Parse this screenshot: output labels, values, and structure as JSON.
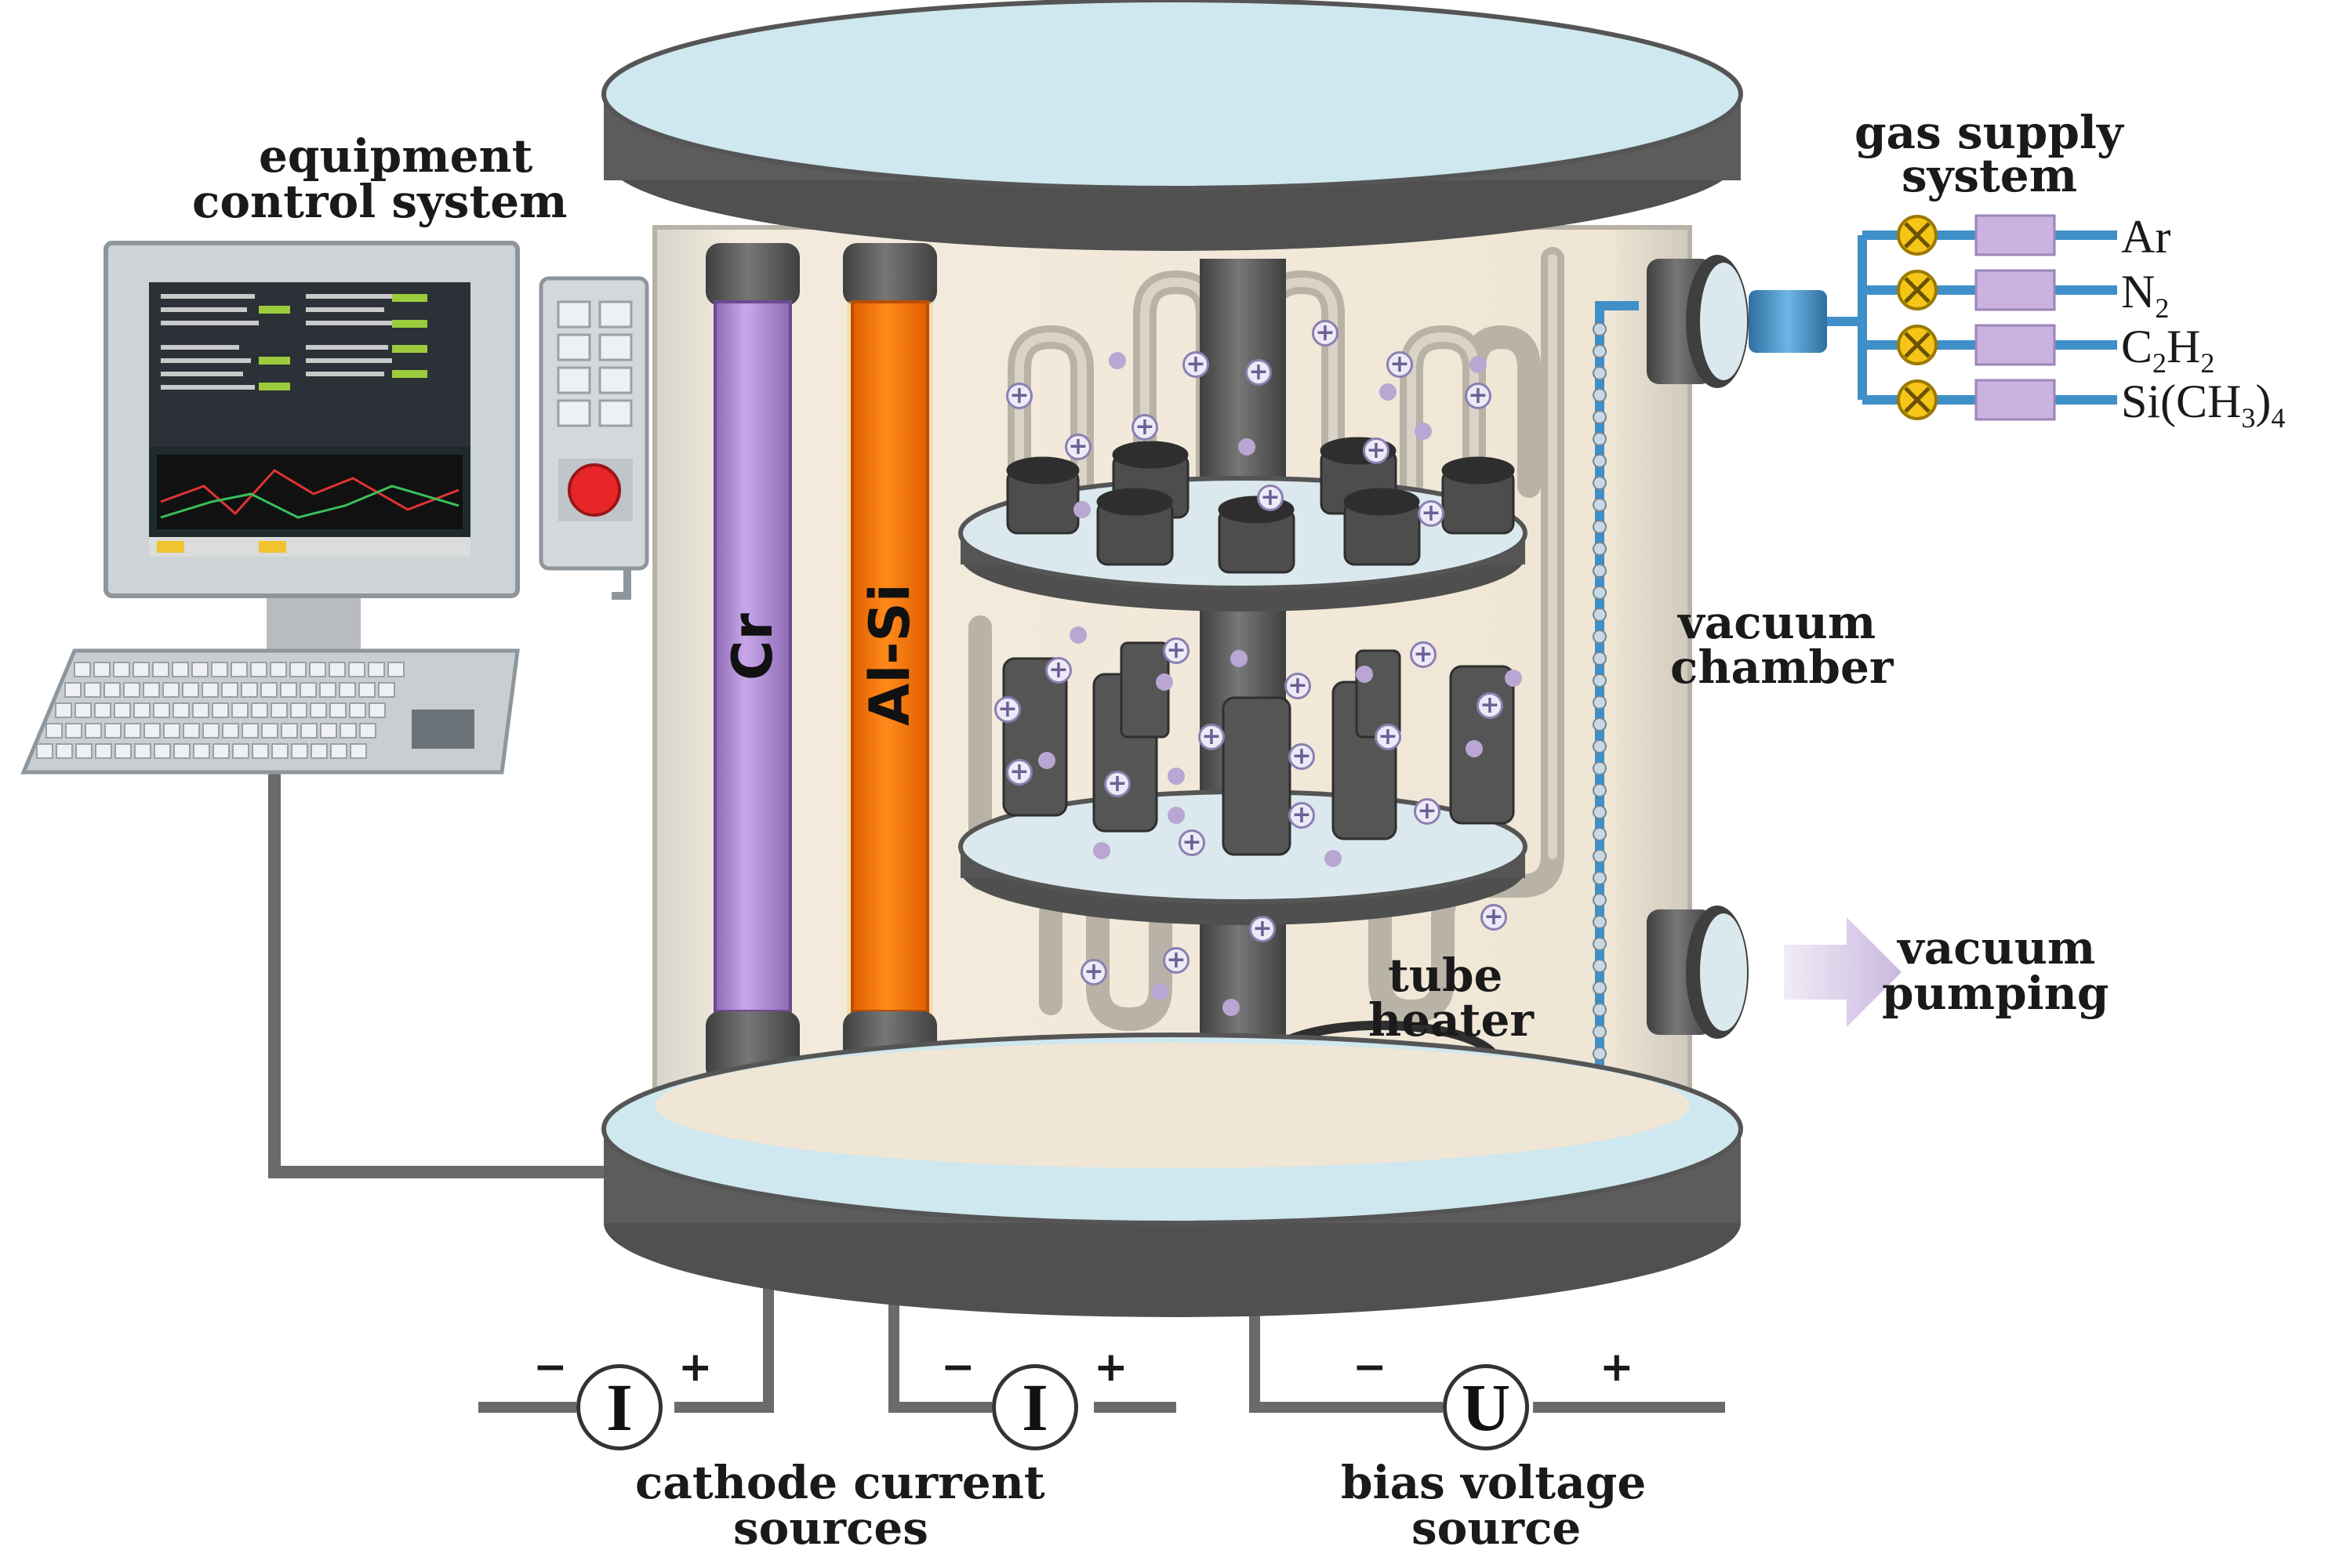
{
  "labels": {
    "control_line1": "equipment",
    "control_line2": "control system",
    "gas_line1": "gas supply",
    "gas_line2": "system",
    "vacuum_chamber_line1": "vacuum",
    "vacuum_chamber_line2": "chamber",
    "vacuum_pumping_line1": "vacuum",
    "vacuum_pumping_line2": "pumping",
    "tube_heater_line1": "tube",
    "tube_heater_line2": "heater",
    "cathode_sources_line1": "cathode current",
    "cathode_sources_line2": "sources",
    "bias_line1": "bias voltage",
    "bias_line2": "source"
  },
  "cathodes": {
    "left": {
      "label": "Cr",
      "color": "#b38fd6"
    },
    "right": {
      "label": "Al-Si",
      "color": "#ff7a00"
    }
  },
  "gases": [
    {
      "formula": "Ar",
      "sub": ""
    },
    {
      "formula": "N",
      "sub": "2"
    },
    {
      "formula": "C2H2",
      "parts": [
        "C",
        "2",
        "H",
        "2"
      ]
    },
    {
      "formula": "Si(CH3)4",
      "parts": [
        "Si(CH",
        "3",
        ")",
        "4"
      ]
    }
  ],
  "meters": {
    "cathode_1": {
      "symbol": "I",
      "minus": "−",
      "plus": "+"
    },
    "cathode_2": {
      "symbol": "I",
      "minus": "−",
      "plus": "+"
    },
    "bias": {
      "symbol": "U",
      "minus": "−",
      "plus": "+"
    }
  },
  "ion_symbol": "+",
  "colors": {
    "chamber_wall": "#f2eadc",
    "flange_top": "#cfe7ee",
    "flange_side": "#5c5c5c",
    "gas_valve": "#f5c518",
    "gas_pipe": "#3f8fc8",
    "mass_flow": "#cbb2e0",
    "ion": "#8b7fb0"
  }
}
